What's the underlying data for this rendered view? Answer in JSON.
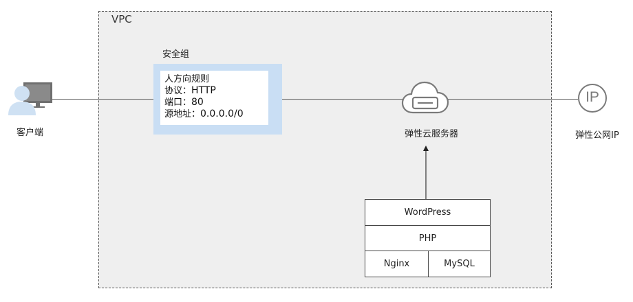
{
  "vpc": {
    "label": "VPC"
  },
  "client": {
    "label": "客户端",
    "icon": "client-computer-icon"
  },
  "security_group": {
    "label": "安全组",
    "rule_title": "人方向规则",
    "protocol_key": "协议：",
    "protocol_value": "HTTP",
    "port_key": "端口：",
    "port_value": "80",
    "source_key": "源地址：",
    "source_value": "0.0.0.0/0"
  },
  "ecs": {
    "label": "弹性云服务器",
    "icon": "cloud-server-icon"
  },
  "eip": {
    "label": "弹性公网IP",
    "icon": "eip-icon",
    "icon_text": "IP"
  },
  "stack": {
    "top": "WordPress",
    "middle": "PHP",
    "bottom_left": "Nginx",
    "bottom_right": "MySQL"
  },
  "colors": {
    "security_group_fill": "#c9def4",
    "vpc_fill": "#efefef",
    "line": "#555555",
    "icon_gray": "#7a7a7a",
    "user_blue": "#cfe1f3"
  }
}
